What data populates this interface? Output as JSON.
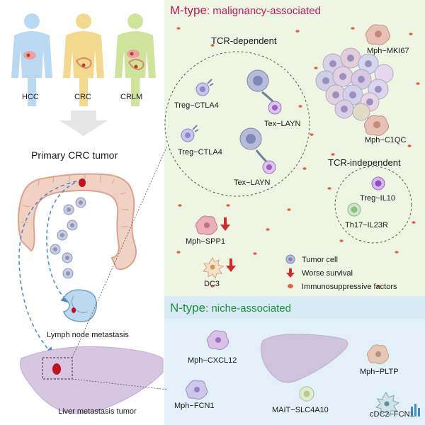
{
  "left_panel": {
    "people": [
      {
        "label": "HCC",
        "color": "#b9d8f1"
      },
      {
        "label": "CRC",
        "color": "#f2d98e"
      },
      {
        "label": "CRLM",
        "color": "#cfe39a"
      }
    ],
    "primary_title": "Primary CRC tumor",
    "lymph_label": "Lymph node metastasis",
    "liver_label": "Liver metastasis tumor"
  },
  "m_type": {
    "title_prefix": "M-type",
    "title_suffix": ": malignancy-associated",
    "title_color": "#c2185b",
    "bg_color": "#eef5e3",
    "tcr_dep_title": "TCR-dependent",
    "tcr_indep_title": "TCR-independent",
    "cells": {
      "treg_ctla4_a": "Treg−CTLA4",
      "treg_ctla4_b": "Treg−CTLA4",
      "tex_layn_a": "Tex−LAYN",
      "tex_layn_b": "Tex−LAYN",
      "mph_mki67": "Mph−MKI67",
      "mph_c1qc": "Mph−C1QC",
      "treg_il10": "Treg−IL10",
      "th17_il23r": "Th17−IL23R",
      "mph_spp1": "Mph−SPP1",
      "dc3": "DC3"
    },
    "legend": {
      "tumor_cell": "Tumor cell",
      "worse_survival": "Worse survival",
      "immuno_factors": "Immunosuppressive factors"
    }
  },
  "n_type": {
    "title_prefix": "N-type",
    "title_suffix": ": niche-associated",
    "title_color": "#1b8f3a",
    "bg_color": "#e4f0f8",
    "cells": {
      "mph_cxcl12": "Mph−CXCL12",
      "mph_pltp": "Mph−PLTP",
      "mph_fcn1": "Mph−FCN1",
      "mait_slc4a10": "MAIT−SLC4A10",
      "cdc2_fcn1": "cDC2−FCN1"
    }
  }
}
